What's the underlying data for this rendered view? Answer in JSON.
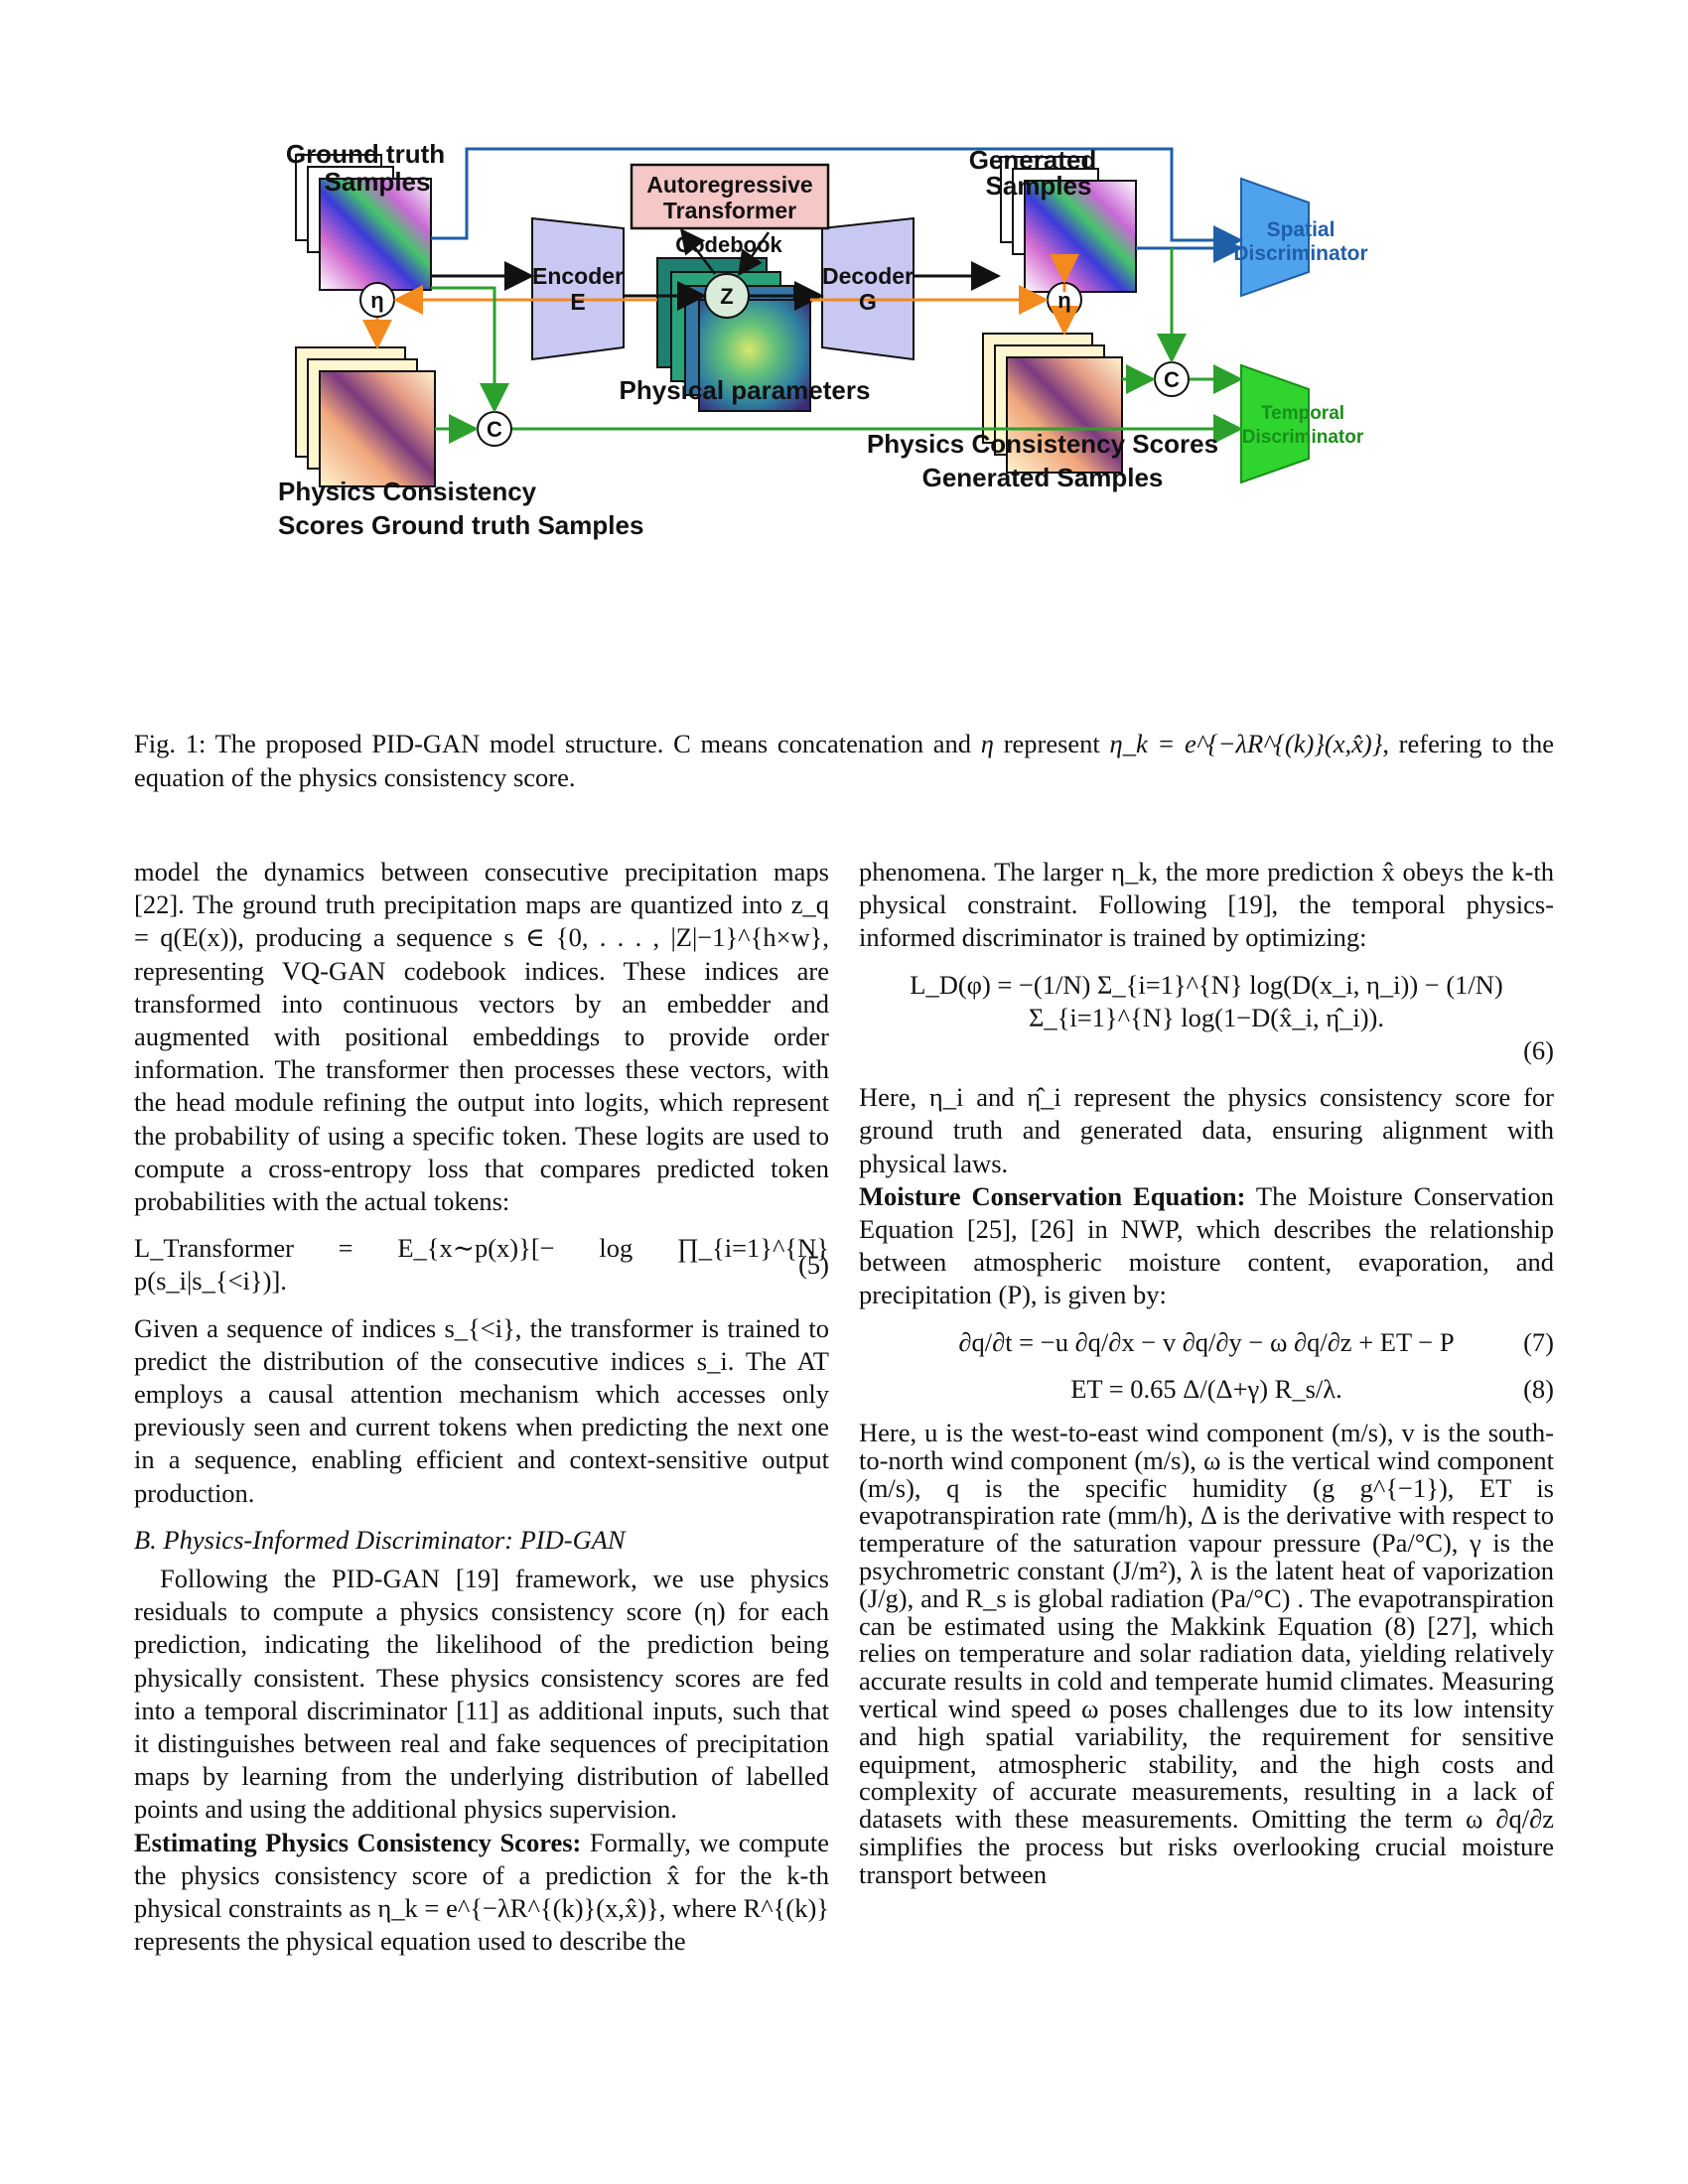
{
  "figure": {
    "labels": {
      "ground_truth_samples": [
        "Ground truth",
        "Samples"
      ],
      "generated_samples": [
        "Generated",
        "Samples"
      ],
      "autoregressive_transformer": [
        "Autoregressive",
        "Transformer"
      ],
      "encoder": [
        "Encoder",
        "E"
      ],
      "decoder": [
        "Decoder",
        "G"
      ],
      "z": "Z",
      "codebook": "Codebook",
      "eta": "η",
      "concat": "C",
      "physical_parameters": "Physical parameters",
      "spatial_discriminator": [
        "Spatial",
        "Discriminator"
      ],
      "temporal_discriminator": [
        "Temporal",
        "Discriminator"
      ],
      "pcs_ground_truth": [
        "Physics Consistency",
        "Scores Ground truth Samples"
      ],
      "pcs_generated": [
        "Physics Consistency Scores",
        "Generated Samples"
      ]
    },
    "colors": {
      "blue_arrow": "#1f5fa8",
      "green_arrow": "#2ca02c",
      "orange_arrow": "#f28a1e",
      "encoder_fill": "#c9c8f2",
      "transformer_fill": "#f6c7c7",
      "spatial_fill": "#4fa3ec",
      "temporal_fill": "#2fd42f",
      "z_fill": "#d9ecd9"
    }
  },
  "caption": {
    "lead": "Fig. 1: The proposed PID-GAN model structure. C means concatenation and",
    "eta": "η",
    "mid": "represent",
    "formula": "η_k = e^{−λR^{(k)}(x,x̂)}",
    "tail": ", refering to the equation of the physics consistency score."
  },
  "left_column": {
    "p1": "model the dynamics between consecutive precipitation maps [22]. The ground truth precipitation maps are quantized into z_q = q(E(x)), producing a sequence s ∈ {0, . . . , |Z|−1}^{h×w}, representing VQ-GAN codebook indices. These indices are transformed into continuous vectors by an embedder and augmented with positional embeddings to provide order information. The transformer then processes these vectors, with the head module refining the output into logits, which represent the probability of using a specific token. These logits are used to compute a cross-entropy loss that compares predicted token probabilities with the actual tokens:",
    "eq5": "L_Transformer = E_{x∼p(x)}[− log ∏_{i=1}^{N} p(s_i|s_{<i})].",
    "eq5_num": "(5)",
    "p2": "Given a sequence of indices s_{<i}, the transformer is trained to predict the distribution of the consecutive indices s_i. The AT employs a causal attention mechanism which accesses only previously seen and current tokens when predicting the next one in a sequence, enabling efficient and context-sensitive output production.",
    "section": "B.  Physics-Informed Discriminator: PID-GAN",
    "p3": "Following the PID-GAN [19] framework, we use physics residuals to compute a physics consistency score (η) for each prediction, indicating the likelihood of the prediction being physically consistent. These physics consistency scores are fed into a temporal discriminator [11] as additional inputs, such that it distinguishes between real and fake sequences of precipitation maps by learning from the underlying distribution of labelled points and using the additional physics supervision.",
    "p4_bold": "Estimating Physics Consistency Scores:",
    "p4": "Formally, we compute the physics consistency score of a prediction x̂ for the k-th physical constraints as η_k = e^{−λR^{(k)}(x,x̂)}, where R^{(k)} represents the physical equation used to describe the"
  },
  "right_column": {
    "p1": "phenomena. The larger η_k, the more prediction x̂ obeys the k-th physical constraint. Following [19], the temporal physics-informed discriminator is trained by optimizing:",
    "eq6": "L_D(φ) = −(1/N) Σ_{i=1}^{N} log(D(x_i, η_i)) − (1/N) Σ_{i=1}^{N} log(1−D(x̂_i, η̂_i)).",
    "eq6_num": "(6)",
    "p2": "Here, η_i and η̂_i represent the physics consistency score for ground truth and generated data, ensuring alignment with physical laws.",
    "p3_bold": "Moisture Conservation Equation:",
    "p3": "The Moisture Conservation Equation [25], [26] in NWP, which describes the relationship between atmospheric moisture content, evaporation, and precipitation (P), is given by:",
    "eq7": "∂q/∂t = −u ∂q/∂x − v ∂q/∂y − ω ∂q/∂z + ET − P",
    "eq7_num": "(7)",
    "eq8": "ET = 0.65 Δ/(Δ+γ) R_s/λ.",
    "eq8_num": "(8)",
    "p4": "Here, u is the west-to-east wind component (m/s), v is the south-to-north wind component (m/s), ω is the vertical wind component (m/s), q is the specific humidity (g g^{−1}), ET is evapotranspiration rate (mm/h), Δ is the derivative with respect to temperature of the saturation vapour pressure (Pa/°C), γ is the psychrometric constant (J/m²), λ is the latent heat of vaporization (J/g), and R_s is global radiation (Pa/°C) . The evapotranspiration can be estimated using the Makkink Equation (8) [27], which relies on temperature and solar radiation data, yielding relatively accurate results in cold and temperate humid climates. Measuring vertical wind speed ω poses challenges due to its low intensity and high spatial variability, the requirement for sensitive equipment, atmospheric stability, and the high costs and complexity of accurate measurements, resulting in a lack of datasets with these measurements. Omitting the term ω ∂q/∂z simplifies the process but risks overlooking crucial moisture transport between"
  }
}
